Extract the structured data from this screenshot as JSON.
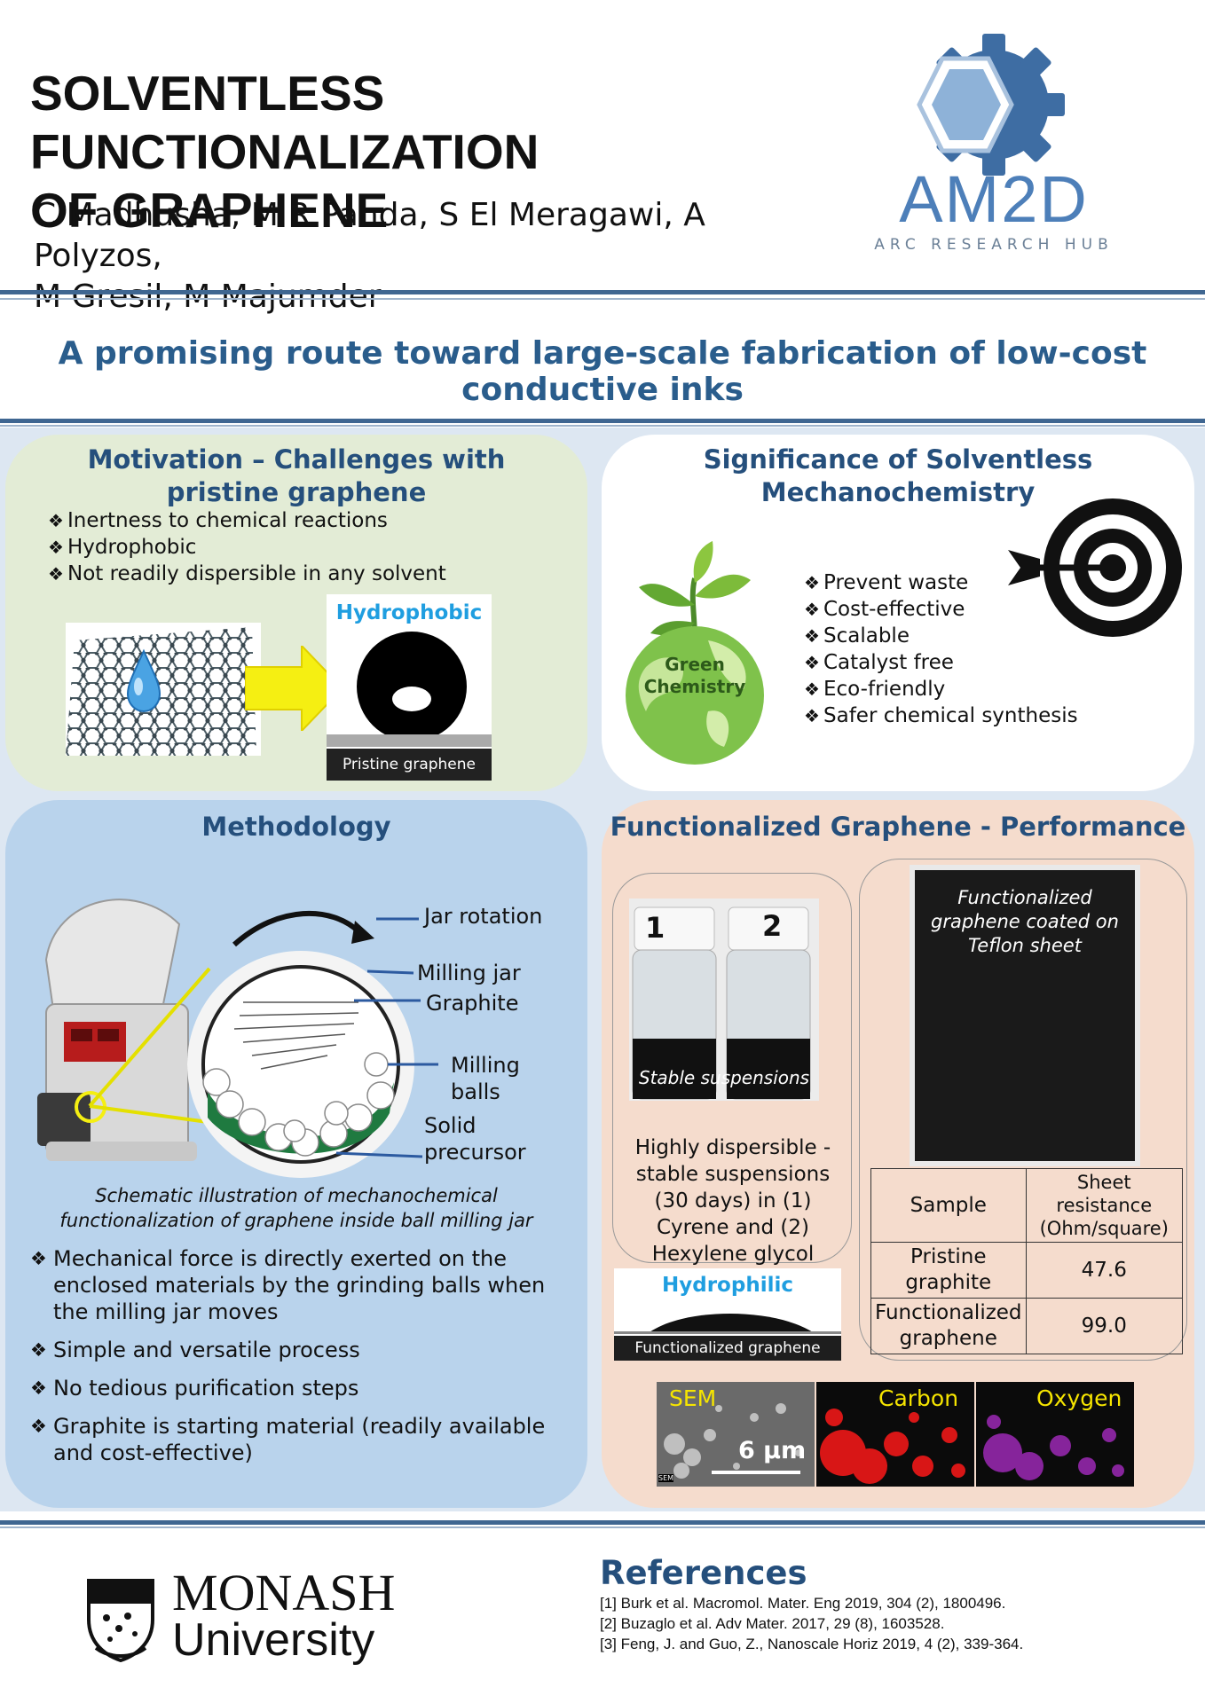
{
  "header": {
    "title_line1": "SOLVENTLESS FUNCTIONALIZATION",
    "title_line2": "OF GRAPHENE",
    "authors_line1": "C Madhusha, M R Panda, S El Meragawi, A Polyzos,",
    "authors_line2": "M Gresil, M Majumder",
    "logo_text": "AM2D",
    "logo_sub": "ARC RESEARCH HUB"
  },
  "tagline": "A promising route toward large-scale fabrication of low-cost conductive inks",
  "motivation": {
    "title_line1": "Motivation – Challenges with",
    "title_line2": "pristine graphene",
    "bullets": [
      "Inertness to chemical reactions",
      "Hydrophobic",
      "Not readily dispersible in any solvent"
    ],
    "photo_label": "Hydrophobic",
    "photo_caption": "Pristine graphene"
  },
  "significance": {
    "title_line1": "Significance of Solventless",
    "title_line2": "Mechanochemistry",
    "globe_text_1": "Green",
    "globe_text_2": "Chemistry",
    "bullets": [
      "Prevent waste",
      "Cost-effective",
      "Scalable",
      "Catalyst free",
      "Eco-friendly",
      "Safer chemical synthesis"
    ]
  },
  "methodology": {
    "title": "Methodology",
    "labels": {
      "jar_rotation": "Jar rotation",
      "milling_jar": "Milling jar",
      "graphite": "Graphite",
      "milling_balls_1": "Milling",
      "milling_balls_2": "balls",
      "solid_precursor_1": "Solid",
      "solid_precursor_2": "precursor"
    },
    "caption_line1": "Schematic illustration of mechanochemical",
    "caption_line2": "functionalization of graphene inside ball milling jar",
    "bullets": [
      "Mechanical force is directly exerted on the enclosed materials by the grinding balls when the milling jar moves",
      "Simple and versatile process",
      "No tedious purification steps",
      "Graphite is starting material (readily available and cost-effective)"
    ]
  },
  "performance": {
    "title": "Functionalized Graphene - Performance",
    "vial_1": "1",
    "vial_2": "2",
    "vial_caption": "Stable suspensions",
    "dispersion_text": "Highly dispersible - stable suspensions (30 days) in (1) Cyrene and (2) Hexylene glycol",
    "sheet_caption": "Functionalized graphene coated on Teflon sheet",
    "hydrophilic_label": "Hydrophilic",
    "hydrophilic_caption": "Functionalized graphene",
    "table": {
      "headers": [
        "Sample",
        "Sheet resistance (Ohm/square)"
      ],
      "rows": [
        [
          "Pristine graphite",
          "47.6"
        ],
        [
          "Functionalized graphene",
          "99.0"
        ]
      ]
    },
    "sem_label": "SEM",
    "scale_bar": "6 µm",
    "sem_tag": "SEM",
    "carbon_label": "Carbon",
    "oxygen_label": "Oxygen"
  },
  "footer": {
    "monash_1": "MONASH",
    "monash_2": "University",
    "references_title": "References",
    "references": [
      "[1] Burk et al. Macromol. Mater. Eng 2019, 304 (2), 1800496.",
      "[2] Buzaglo et al. Adv Mater. 2017, 29 (8), 1603528.",
      "[3] Feng, J. and Guo, Z., Nanoscale Horiz 2019, 4 (2), 339-364."
    ]
  }
}
